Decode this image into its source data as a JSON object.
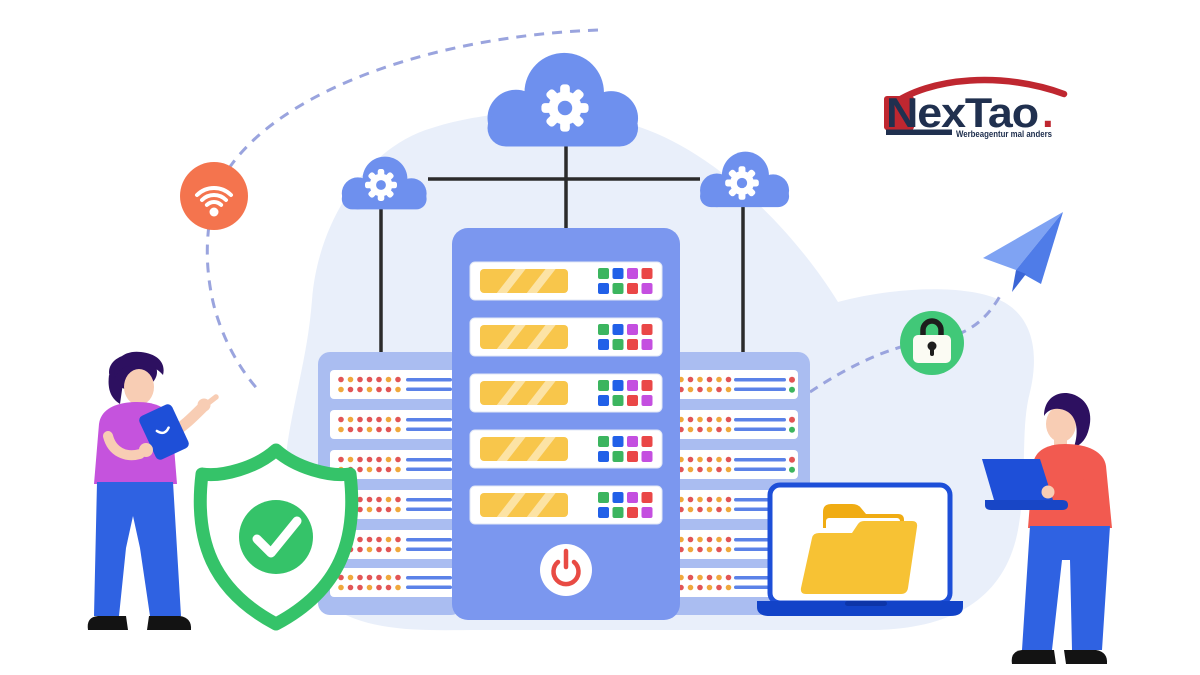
{
  "logo": {
    "brand": "NexTao",
    "period": ".",
    "tagline": "Werbeagentur mal anders"
  },
  "palette": {
    "blob": "#e9effa",
    "cloud_blue": "#6e90ee",
    "server_blue": "#7b97ef",
    "rack_blue": "#aabdf1",
    "slot_white": "#ffffff",
    "panel_yellow": "#f8c64b",
    "folder_yellow": "#f7c234",
    "dash_line": "#9aa4de",
    "connector_dark": "#2b2b2b",
    "wifi_orange": "#f4744e",
    "lock_green": "#41c878",
    "shield_green": "#35c369",
    "line_blue": "#5b82e8",
    "sq_green": "#3cb55f",
    "sq_blue": "#2160e8",
    "sq_magenta": "#c44fe0",
    "sq_red": "#ea4747",
    "dot_red": "#e25555",
    "dot_amber": "#f0a83c",
    "power_red": "#e84b44",
    "laptop_blue": "#1d4fd8",
    "plane_light": "#7fa3f3",
    "plane_dark": "#4f7ce8",
    "shirt_magenta": "#c553dd",
    "shirt_coral": "#f25a50",
    "jeans_blue": "#2f62e2",
    "skin": "#f8cdb4",
    "hair": "#2d1060",
    "logo_navy": "#20304f",
    "logo_red": "#bf2730"
  },
  "scene": {
    "main_server_slots": 5,
    "left_rack_rows": 6,
    "right_rack_rows": 6,
    "indicator_row1": [
      "green",
      "blue",
      "magenta",
      "red"
    ],
    "indicator_row2": [
      "blue",
      "green",
      "red",
      "magenta"
    ],
    "icons": [
      "gear-cloud",
      "gear-cloud",
      "gear-cloud",
      "wifi",
      "lock",
      "shield-check",
      "power",
      "open-folder",
      "paper-plane",
      "tablet",
      "laptop"
    ]
  }
}
